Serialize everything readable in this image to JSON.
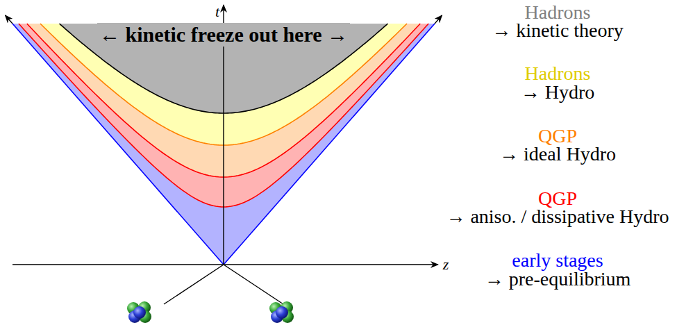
{
  "diagram": {
    "labels": [
      "t",
      "← kinetic freeze out here →",
      "Hadrons",
      "→ kinetic theory",
      "Hadrons",
      "→ Hydro",
      "QGP",
      "→ ideal Hydro",
      "QGP",
      "→ aniso. / dissipative Hydro",
      "early stages",
      "→ pre-equilibrium",
      "z"
    ]
  }
}
